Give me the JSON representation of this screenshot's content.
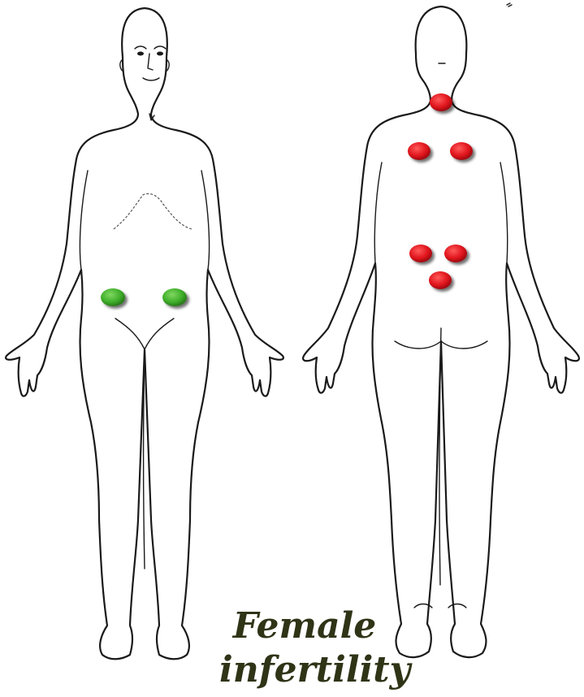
{
  "caption": {
    "line1": "Female",
    "line2": "infertility"
  },
  "colors": {
    "front_point": "#3fae2a",
    "back_point": "#e0141c",
    "caption_text": "#2f3417",
    "outline": "#1a1a1a"
  },
  "figures": {
    "front": {
      "point_color": "green",
      "point_count": 2
    },
    "back": {
      "point_color": "red",
      "point_count": 6
    }
  },
  "icons": [
    "front-body-figure",
    "back-body-figure"
  ]
}
